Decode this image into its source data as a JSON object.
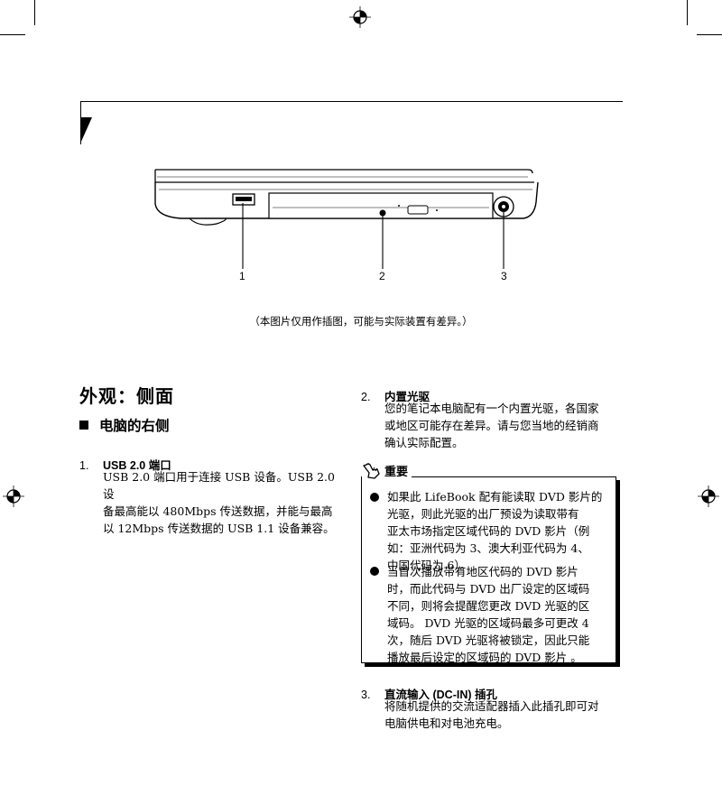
{
  "figure": {
    "callouts": [
      "1",
      "2",
      "3"
    ],
    "caption": "（本图片仅用作插图，可能与实际装置有差异。）"
  },
  "section": {
    "title": "外观：侧面",
    "subtitle": "电脑的右侧"
  },
  "items": [
    {
      "num": "1.",
      "title": "USB 2.0 端口",
      "lines": [
        "USB 2.0 端口用于连接 USB 设备。USB 2.0 设",
        "备最高能以 480Mbps 传送数据，并能与最高",
        "以 12Mbps 传送数据的 USB 1.1 设备兼容。"
      ]
    },
    {
      "num": "2.",
      "title": "内置光驱",
      "lines": [
        "您的笔记本电脑配有一个内置光驱，各国家",
        "或地区可能存在差异。请与您当地的经销商",
        "确认实际配置。"
      ]
    },
    {
      "num": "3.",
      "title": "直流输入 (DC-IN) 插孔",
      "lines": [
        "将随机提供的交流适配器插入此插孔即可对",
        "电脑供电和对电池充电。"
      ]
    }
  ],
  "important": {
    "title": "重要",
    "icon": "pointing-hand-icon",
    "bullets": [
      [
        "如果此 LifeBook 配有能读取 DVD 影片的",
        "光驱，则此光驱的出厂预设为读取带有",
        "亚太市场指定区域代码的 DVD 影片（例",
        "如：亚洲代码为 3、澳大利亚代码为 4、",
        "中国代码为 6）。"
      ],
      [
        "当首次播放带有地区代码的 DVD 影片",
        "时，而此代码与 DVD 出厂设定的区域码",
        "不同，则将会提醒您更改 DVD 光驱的区",
        "域码。 DVD 光驱的区域码最多可更改 4",
        "次，随后 DVD 光驱将被锁定，因此只能",
        "播放最后设定的区域码的 DVD 影片 。"
      ]
    ]
  }
}
